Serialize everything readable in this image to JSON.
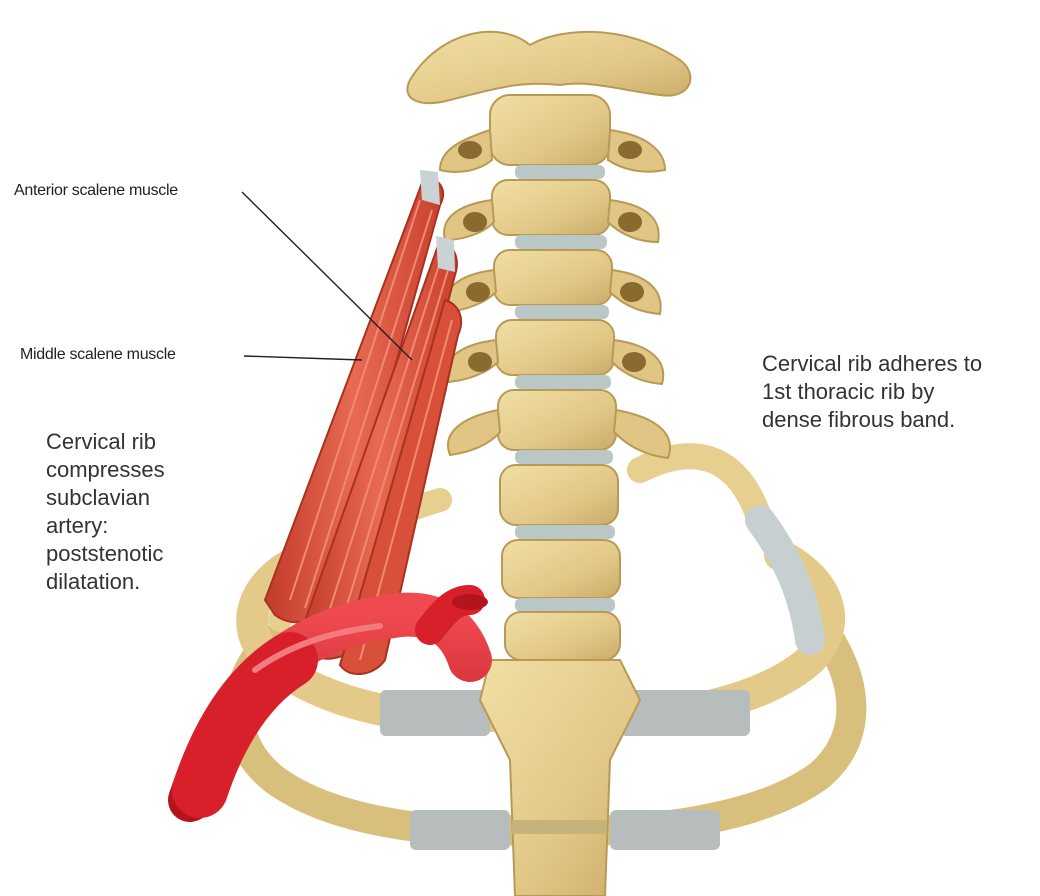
{
  "labels": {
    "anterior_scalene": "Anterior scalene muscle",
    "middle_scalene": "Middle scalene muscle"
  },
  "notes": {
    "left": [
      "Cervical rib",
      "compresses",
      "subclavian",
      "artery:",
      "poststenotic",
      "dilatation."
    ],
    "right": [
      "Cervical rib adheres to",
      "1st thoracic rib by",
      "dense fibrous band."
    ]
  },
  "colors": {
    "bone": "#e6cf8f",
    "bone_shadow": "#b89a55",
    "disc": "#b9c7c6",
    "cartilage": "#b3b9b9",
    "muscle": "#d9533f",
    "artery": "#d8202b",
    "leader_line": "#222222",
    "text": "#333333"
  }
}
